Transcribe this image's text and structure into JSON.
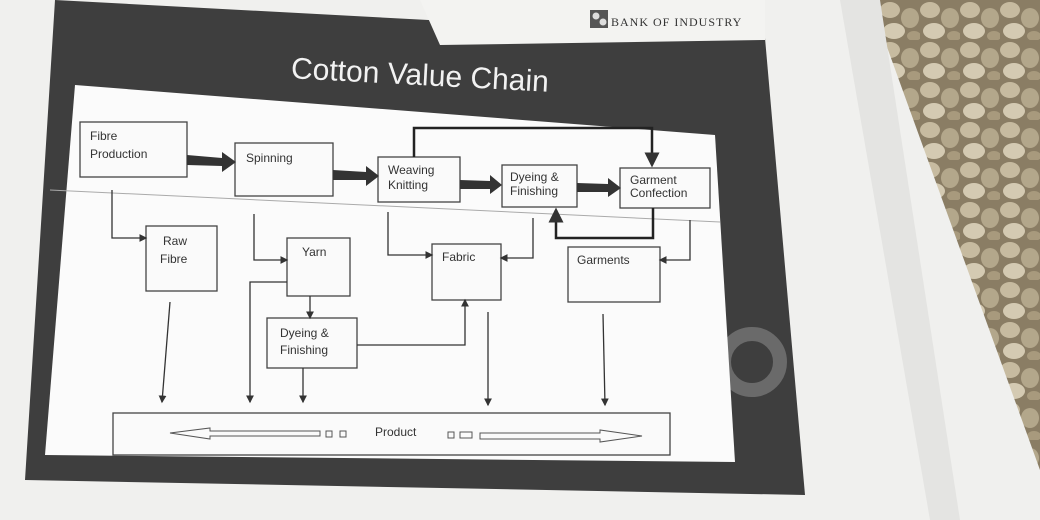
{
  "header": {
    "brand": "Bank of Industry",
    "brand_display": "BANK OF INDUSTRY"
  },
  "slide": {
    "title": "Cotton Value Chain"
  },
  "diagram": {
    "stages": [
      {
        "line1": "Fibre",
        "line2": "Production"
      },
      {
        "line1": "Spinning",
        "line2": ""
      },
      {
        "line1": "Weaving",
        "line2": "Knitting"
      },
      {
        "line1": "Dyeing &",
        "line2": "Finishing"
      },
      {
        "line1": "Garment",
        "line2": "Confection"
      }
    ],
    "outputs": [
      {
        "line1": "Raw",
        "line2": "Fibre"
      },
      {
        "line1": "Yarn",
        "line2": ""
      },
      {
        "line1": "Fabric",
        "line2": ""
      },
      {
        "line1": "Garments",
        "line2": ""
      },
      {
        "line1": "Dyeing &",
        "line2": "Finishing"
      }
    ],
    "product": "Product"
  },
  "colors": {
    "slide": "#3e3e3e",
    "paper": "#f4f4f2",
    "panel": "#fbfbfb",
    "gravel": "#9c8e73"
  }
}
